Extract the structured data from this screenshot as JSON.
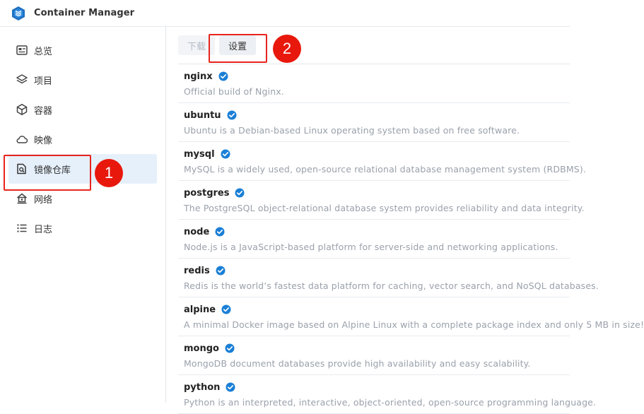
{
  "app": {
    "title": "Container Manager",
    "logo_icon": "container-manager-logo"
  },
  "sidebar": {
    "items": [
      {
        "label": "总览",
        "icon": "overview-icon"
      },
      {
        "label": "项目",
        "icon": "layers-icon"
      },
      {
        "label": "容器",
        "icon": "cube-icon"
      },
      {
        "label": "映像",
        "icon": "cloud-icon"
      },
      {
        "label": "镜像仓库",
        "icon": "registry-search-icon",
        "active": true
      },
      {
        "label": "网络",
        "icon": "network-icon"
      },
      {
        "label": "日志",
        "icon": "list-icon"
      }
    ]
  },
  "toolbar": {
    "download_label": "下载",
    "settings_label": "设置"
  },
  "images": [
    {
      "name": "nginx",
      "description": "Official build of Nginx."
    },
    {
      "name": "ubuntu",
      "description": "Ubuntu is a Debian-based Linux operating system based on free software."
    },
    {
      "name": "mysql",
      "description": "MySQL is a widely used, open-source relational database management system (RDBMS)."
    },
    {
      "name": "postgres",
      "description": "The PostgreSQL object-relational database system provides reliability and data integrity."
    },
    {
      "name": "node",
      "description": "Node.js is a JavaScript-based platform for server-side and networking applications."
    },
    {
      "name": "redis",
      "description": "Redis is the world’s fastest data platform for caching, vector search, and NoSQL databases."
    },
    {
      "name": "alpine",
      "description": "A minimal Docker image based on Alpine Linux with a complete package index and only 5 MB in size!"
    },
    {
      "name": "mongo",
      "description": "MongoDB document databases provide high availability and easy scalability."
    },
    {
      "name": "python",
      "description": "Python is an interpreted, interactive, object-oriented, open-source programming language."
    }
  ],
  "annotations": {
    "badge_1": "1",
    "badge_2": "2"
  },
  "colors": {
    "accent": "#1a7fd6",
    "highlight": "#e8231d",
    "active_bg": "#e6f0fb"
  }
}
